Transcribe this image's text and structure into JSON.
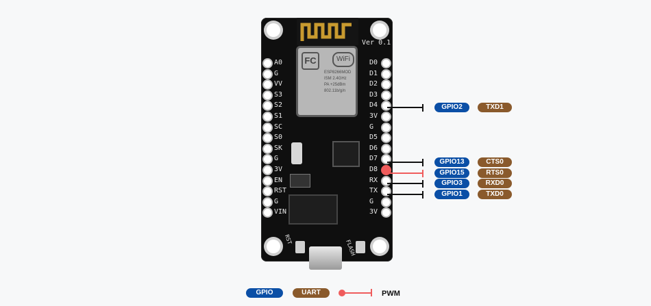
{
  "board": {
    "version_label": "Ver 0.1",
    "module_text": [
      "ESP8266MOD",
      "ISM 2.4GHz",
      "PA +25dBm",
      "802.11b/g/n"
    ],
    "rst_label": "RST",
    "flash_label": "FLASH",
    "left_pins": [
      "A0",
      "G",
      "VV",
      "S3",
      "S2",
      "S1",
      "SC",
      "S0",
      "SK",
      "G",
      "3V",
      "EN",
      "RST",
      "G",
      "VIN"
    ],
    "right_pins": [
      "D0",
      "D1",
      "D2",
      "D3",
      "D4",
      "3V",
      "G",
      "D5",
      "D6",
      "D7",
      "D8",
      "RX",
      "TX",
      "G",
      "3V"
    ]
  },
  "callouts": [
    {
      "gpio": "GPIO2",
      "uart": "TXD1",
      "pwm": false
    },
    {
      "gpio": "GPIO13",
      "uart": "CTS0",
      "pwm": false
    },
    {
      "gpio": "GPIO15",
      "uart": "RTS0",
      "pwm": true
    },
    {
      "gpio": "GPIO3",
      "uart": "RXD0",
      "pwm": false
    },
    {
      "gpio": "GPIO1",
      "uart": "TXD0",
      "pwm": false
    }
  ],
  "legend": {
    "gpio": "GPIO",
    "uart": "UART",
    "pwm": "PWM"
  },
  "colors": {
    "gpio": "#0b4fa6",
    "uart": "#8a5a2c",
    "pwm": "#ef5c5c",
    "board": "#0f0f0f"
  }
}
